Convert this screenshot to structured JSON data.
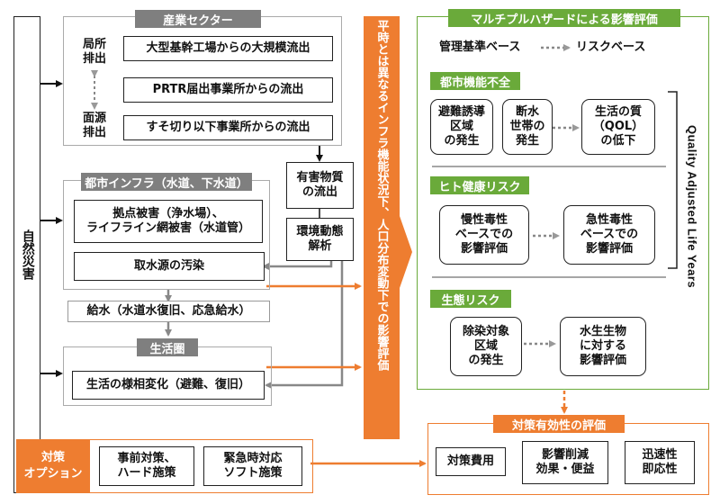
{
  "natural_disaster": "自然災害",
  "industry": {
    "header": "産業セクター",
    "point_label": "局所\n排出",
    "area_label": "面源\n排出",
    "items": [
      "大型基幹工場からの大規模流出",
      "PRTR届出事業所からの流出",
      "すそ切り以下事業所からの流出"
    ]
  },
  "infra": {
    "header": "都市インフラ（水道、下水道）",
    "damage": "拠点被害（浄水場）、\nライフライン網被害（水道管）",
    "contamination": "取水源の汚染"
  },
  "water_supply": "給水（水道水復旧、応急給水）",
  "living": {
    "header": "生活圏",
    "change": "生活の様相変化（避難、復旧）"
  },
  "hazmat": {
    "outflow": "有害物質\nの流出",
    "analysis": "環境動態\n解析"
  },
  "orange_band": "平時とは異なるインフラ機能状況下、人口分布変動下での影響評価",
  "multi_hazard": {
    "header": "マルチプルハザードによる影響評価",
    "basis_from": "管理基準ベース",
    "basis_to": "リスクベース",
    "urban": {
      "header": "都市機能不全",
      "items": [
        "避難誘導\n区域\nの発生",
        "断水\n世帯の\n発生",
        "生活の質\n（QOL）\nの低下"
      ]
    },
    "health": {
      "header": "ヒト健康リスク",
      "items": [
        "慢性毒性\nベースでの\n影響評価",
        "急性毒性\nベースでの\n影響評価"
      ]
    },
    "eco": {
      "header": "生態リスク",
      "items": [
        "除染対象\n区域\nの発生",
        "水生生物\nに対する\n影響評価"
      ]
    },
    "qaly": "Quality Adjusted Life Years"
  },
  "countermeasure_options": {
    "label": "対策\nオプション",
    "items": [
      "事前対策、\nハード施策",
      "緊急時対応\nソフト施策"
    ]
  },
  "effectiveness": {
    "header": "対策有効性の評価",
    "items": [
      "対策費用",
      "影響削減\n効果・便益",
      "迅速性\n即応性"
    ]
  },
  "colors": {
    "orange": "#ee7d30",
    "green": "#6aaa3a",
    "gray": "#7f7f7f",
    "gray_frame": "#aaaaaa"
  }
}
